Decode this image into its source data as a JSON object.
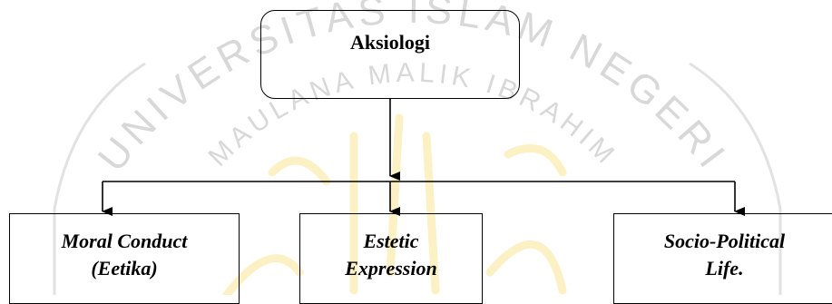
{
  "diagram": {
    "root": {
      "label": "Aksiologi"
    },
    "children": [
      {
        "id": "moral",
        "lines": [
          "Moral Conduct",
          "(Eetika)"
        ]
      },
      {
        "id": "estetic",
        "lines": [
          "Estetic",
          "Expression"
        ]
      },
      {
        "id": "socio",
        "lines": [
          "Socio-Political",
          "Life."
        ]
      }
    ],
    "edges": [
      {
        "from": "Aksiologi",
        "to": "Moral Conduct (Eetika)"
      },
      {
        "from": "Aksiologi",
        "to": "Estetic Expression"
      },
      {
        "from": "Aksiologi",
        "to": "Socio-Political Life."
      }
    ]
  },
  "watermark": {
    "top_arc_text": "UNIVERSITAS ISLAM NEGERI",
    "inner_arc_text": "MAULANA MALIK IBRAHIM",
    "colors": {
      "arc_text": "#d8d8d8",
      "calligraphy": "#fbf1c4",
      "outline": "#e2e2e2"
    }
  }
}
